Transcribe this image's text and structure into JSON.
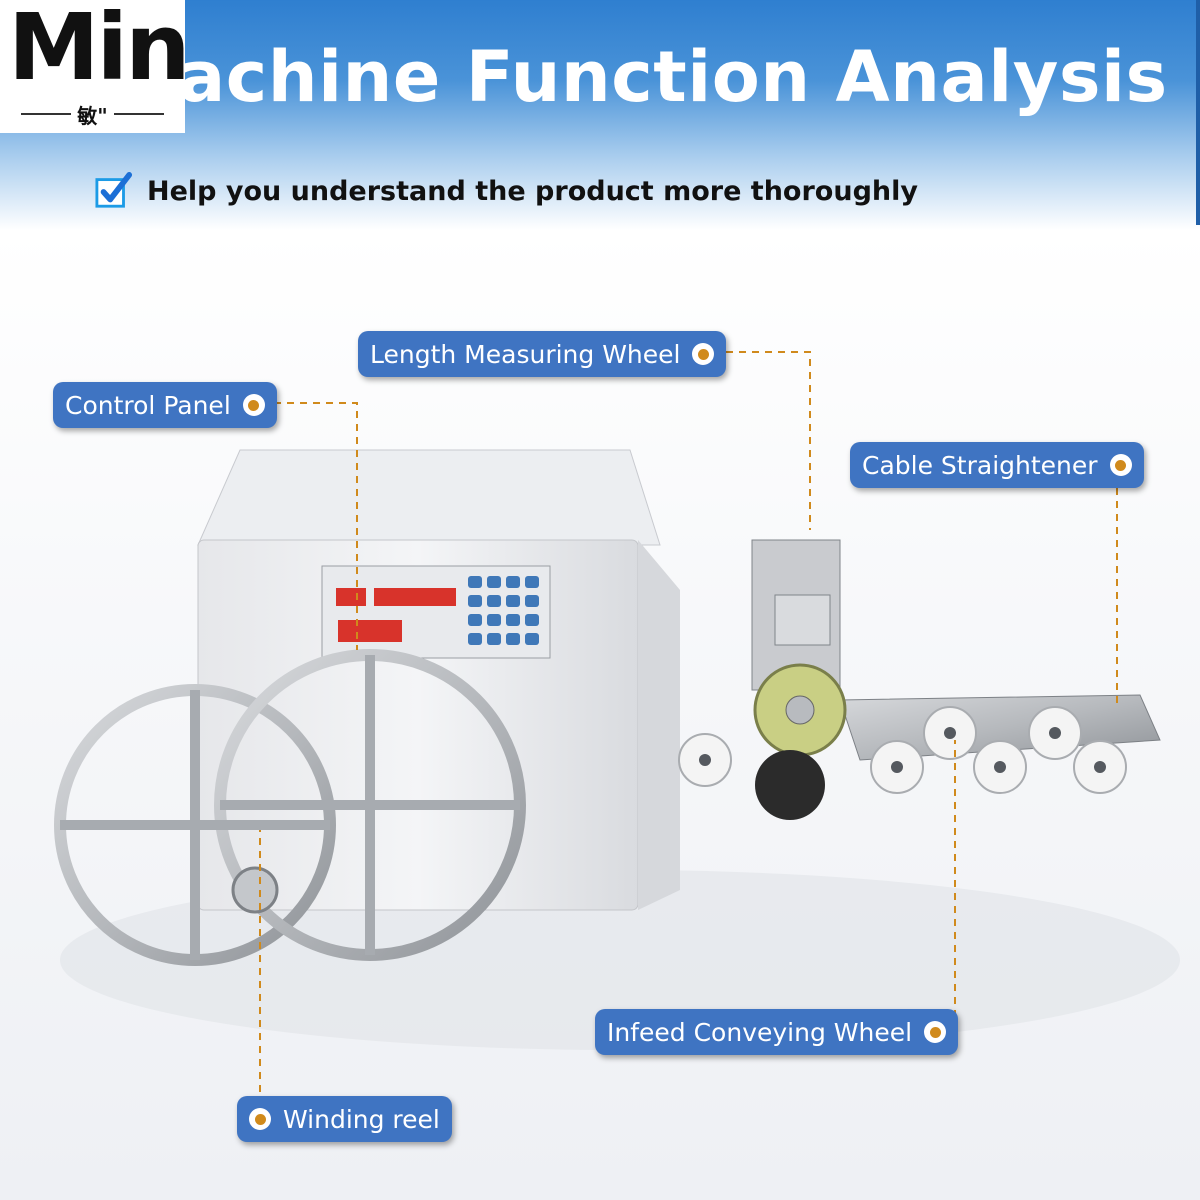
{
  "header": {
    "title": "achine Function Analysis",
    "subtitle": "Help you understand the product more thoroughly",
    "check_icon": "checkbox-checked-icon",
    "band_color": "#2f7fd0"
  },
  "logo": {
    "text": "Min",
    "sub_text": "敏\""
  },
  "callouts": {
    "length_measuring_wheel": "Length Measuring Wheel",
    "control_panel": "Control Panel",
    "cable_straightener": "Cable Straightener",
    "infeed_conveying_wheel": "Infeed Conveying Wheel",
    "winding_reel": "Winding reel",
    "label_color": "#3f74c2",
    "leader_color": "#d08a1c"
  }
}
